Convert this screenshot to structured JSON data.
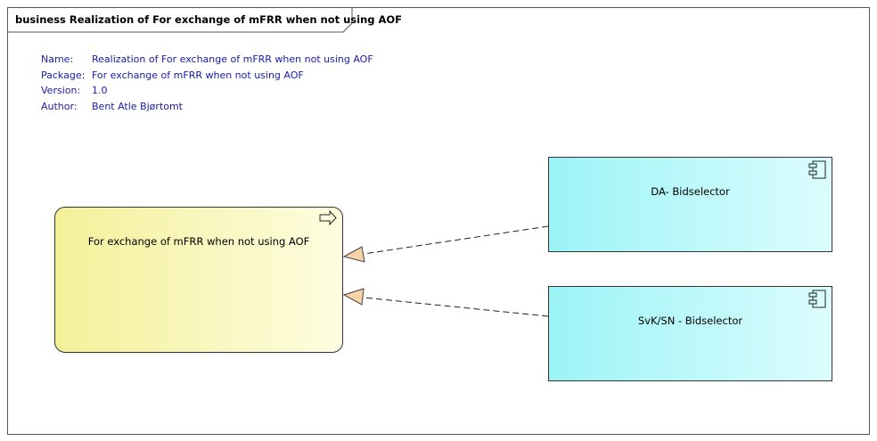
{
  "frame": {
    "title": "business Realization of For exchange of mFRR when not using AOF"
  },
  "metadata": [
    {
      "key": "Name:",
      "value": "Realization of For exchange of mFRR when not using AOF"
    },
    {
      "key": "Package:",
      "value": "For exchange of mFRR when not using AOF"
    },
    {
      "key": "Version:",
      "value": "1.0"
    },
    {
      "key": "Author:",
      "value": "Bent Atle Bjørtomt"
    }
  ],
  "nodes": {
    "process": {
      "label": "For exchange of mFRR when not using AOF",
      "icon": "process-arrow-icon"
    },
    "component_1": {
      "label": "DA- Bidselector",
      "icon": "component-icon"
    },
    "component_2": {
      "label": "SvK/SN - Bidselector",
      "icon": "component-icon"
    }
  },
  "colors": {
    "process_fill_start": "#f4f099",
    "process_fill_end": "#fdfde0",
    "component_fill_start": "#9cf4f7",
    "component_fill_end": "#dcfcfd",
    "metadata_text": "#1a1aa6",
    "arrowhead_fill": "#f9d3a8"
  }
}
